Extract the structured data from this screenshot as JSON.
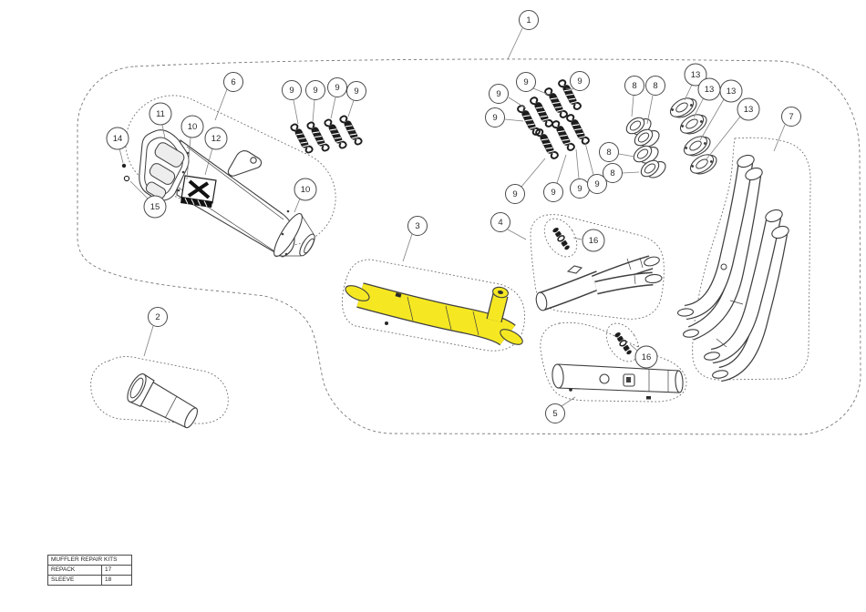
{
  "callouts": [
    {
      "n": "1"
    },
    {
      "n": "2"
    },
    {
      "n": "3"
    },
    {
      "n": "4"
    },
    {
      "n": "5"
    },
    {
      "n": "6"
    },
    {
      "n": "7"
    },
    {
      "n": "8"
    },
    {
      "n": "8"
    },
    {
      "n": "8"
    },
    {
      "n": "8"
    },
    {
      "n": "9"
    },
    {
      "n": "9"
    },
    {
      "n": "9"
    },
    {
      "n": "9"
    },
    {
      "n": "9"
    },
    {
      "n": "9"
    },
    {
      "n": "9"
    },
    {
      "n": "9"
    },
    {
      "n": "9"
    },
    {
      "n": "9"
    },
    {
      "n": "9"
    },
    {
      "n": "9"
    },
    {
      "n": "10"
    },
    {
      "n": "10"
    },
    {
      "n": "11"
    },
    {
      "n": "12"
    },
    {
      "n": "13"
    },
    {
      "n": "13"
    },
    {
      "n": "13"
    },
    {
      "n": "13"
    },
    {
      "n": "14"
    },
    {
      "n": "15"
    },
    {
      "n": "16"
    },
    {
      "n": "16"
    }
  ],
  "table": {
    "title": "MUFFLER REPAIR KITS",
    "rows": [
      {
        "label": "REPACK",
        "value": "17"
      },
      {
        "label": "SLEEVE",
        "value": "18"
      }
    ]
  },
  "colors": {
    "highlight_yellow": "#f5e822",
    "line": "#3f3f3f",
    "leader": "#808080"
  }
}
